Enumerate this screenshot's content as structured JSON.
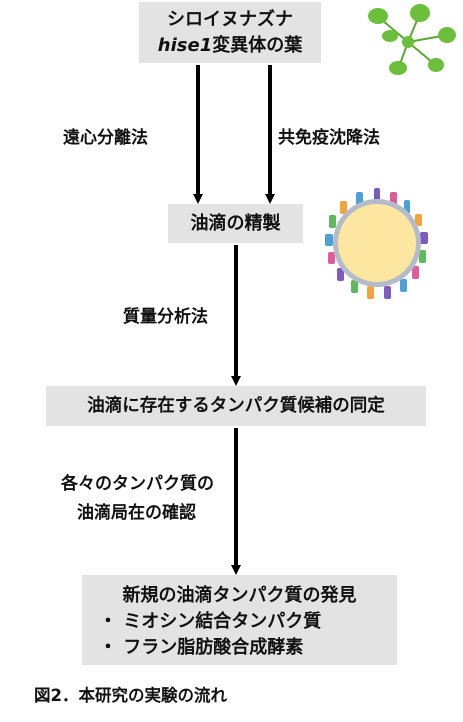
{
  "box1": {
    "line1": "シロイヌナズナ",
    "gene": "hise1",
    "line2_suffix": "変異体の葉"
  },
  "labels": {
    "left_method": "遠心分離法",
    "right_method": "共免疫沈降法",
    "mass_spec": "質量分析法",
    "localization_line1": "各々のタンパク質の",
    "localization_line2": "油滴局在の確認"
  },
  "box2": {
    "text": "油滴の精製"
  },
  "box3": {
    "text": "油滴に存在するタンパク質候補の同定"
  },
  "box4": {
    "title": "新規の油滴タンパク質の発見",
    "items": [
      "・ ミオシン結合タンパク質",
      "・ フラン脂肪酸合成酵素"
    ]
  },
  "caption": "図2．本研究の実験の流れ",
  "colors": {
    "box_fill": "#e3e3e3",
    "arrow": "#000000",
    "leaf": "#6cbf3a",
    "droplet_core": "#fde7a0"
  },
  "icons": [
    "plant-leaf-icon",
    "oil-droplet-icon"
  ]
}
